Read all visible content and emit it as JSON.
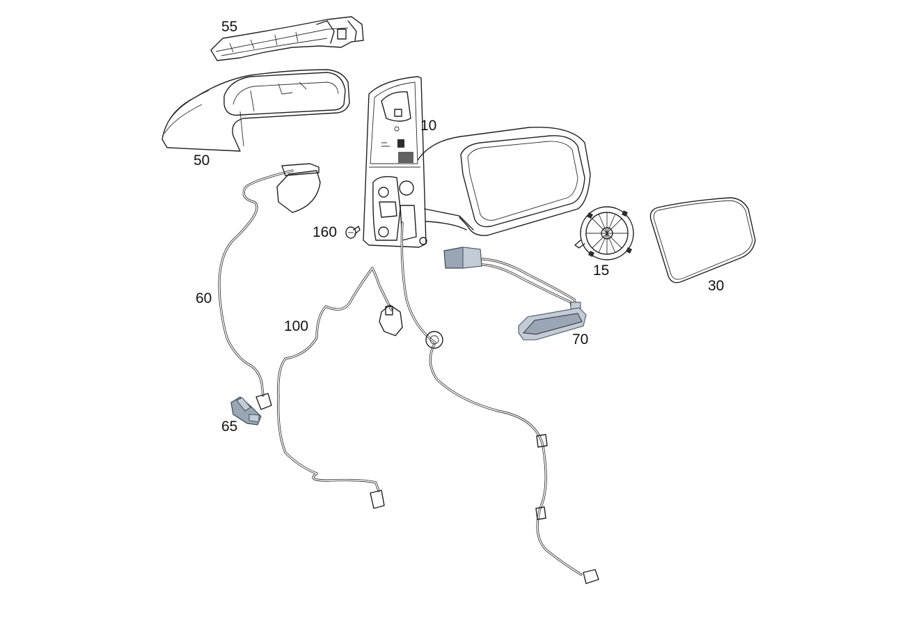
{
  "diagram": {
    "callouts": [
      {
        "id": "10",
        "text": "10"
      },
      {
        "id": "15",
        "text": "15"
      },
      {
        "id": "30",
        "text": "30"
      },
      {
        "id": "50",
        "text": "50"
      },
      {
        "id": "55",
        "text": "55"
      },
      {
        "id": "60",
        "text": "60"
      },
      {
        "id": "65",
        "text": "65"
      },
      {
        "id": "70",
        "text": "70"
      },
      {
        "id": "100",
        "text": "100"
      },
      {
        "id": "160",
        "text": "160"
      }
    ],
    "colors": {
      "line": "#1f1f1f",
      "connector_fill": "#9aa6b4",
      "background": "#ffffff"
    }
  }
}
